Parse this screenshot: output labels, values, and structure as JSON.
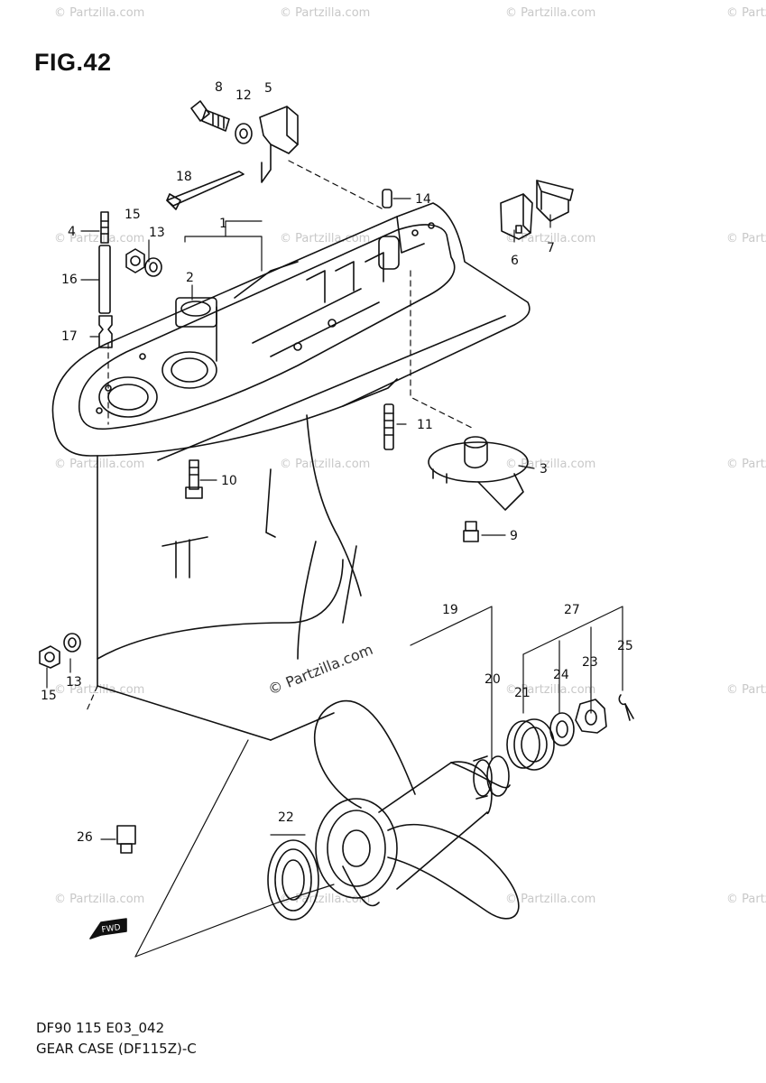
{
  "figure": {
    "title": "FIG.42",
    "code": "DF90 115 E03_042",
    "caption": "GEAR CASE (DF115Z)-C"
  },
  "watermark": {
    "text": "© Partzilla.com",
    "center_text": "© Partzilla.com"
  },
  "fwd_mark": "FWD",
  "callouts": [
    "8",
    "12",
    "5",
    "18",
    "14",
    "15",
    "13",
    "4",
    "1",
    "2",
    "16",
    "17",
    "6",
    "7",
    "11",
    "3",
    "10",
    "9",
    "19",
    "27",
    "25",
    "20",
    "24",
    "23",
    "21",
    "15",
    "13",
    "22",
    "26"
  ],
  "colors": {
    "ink": "#111111",
    "watermark": "#c8c8c8",
    "background": "#ffffff"
  }
}
